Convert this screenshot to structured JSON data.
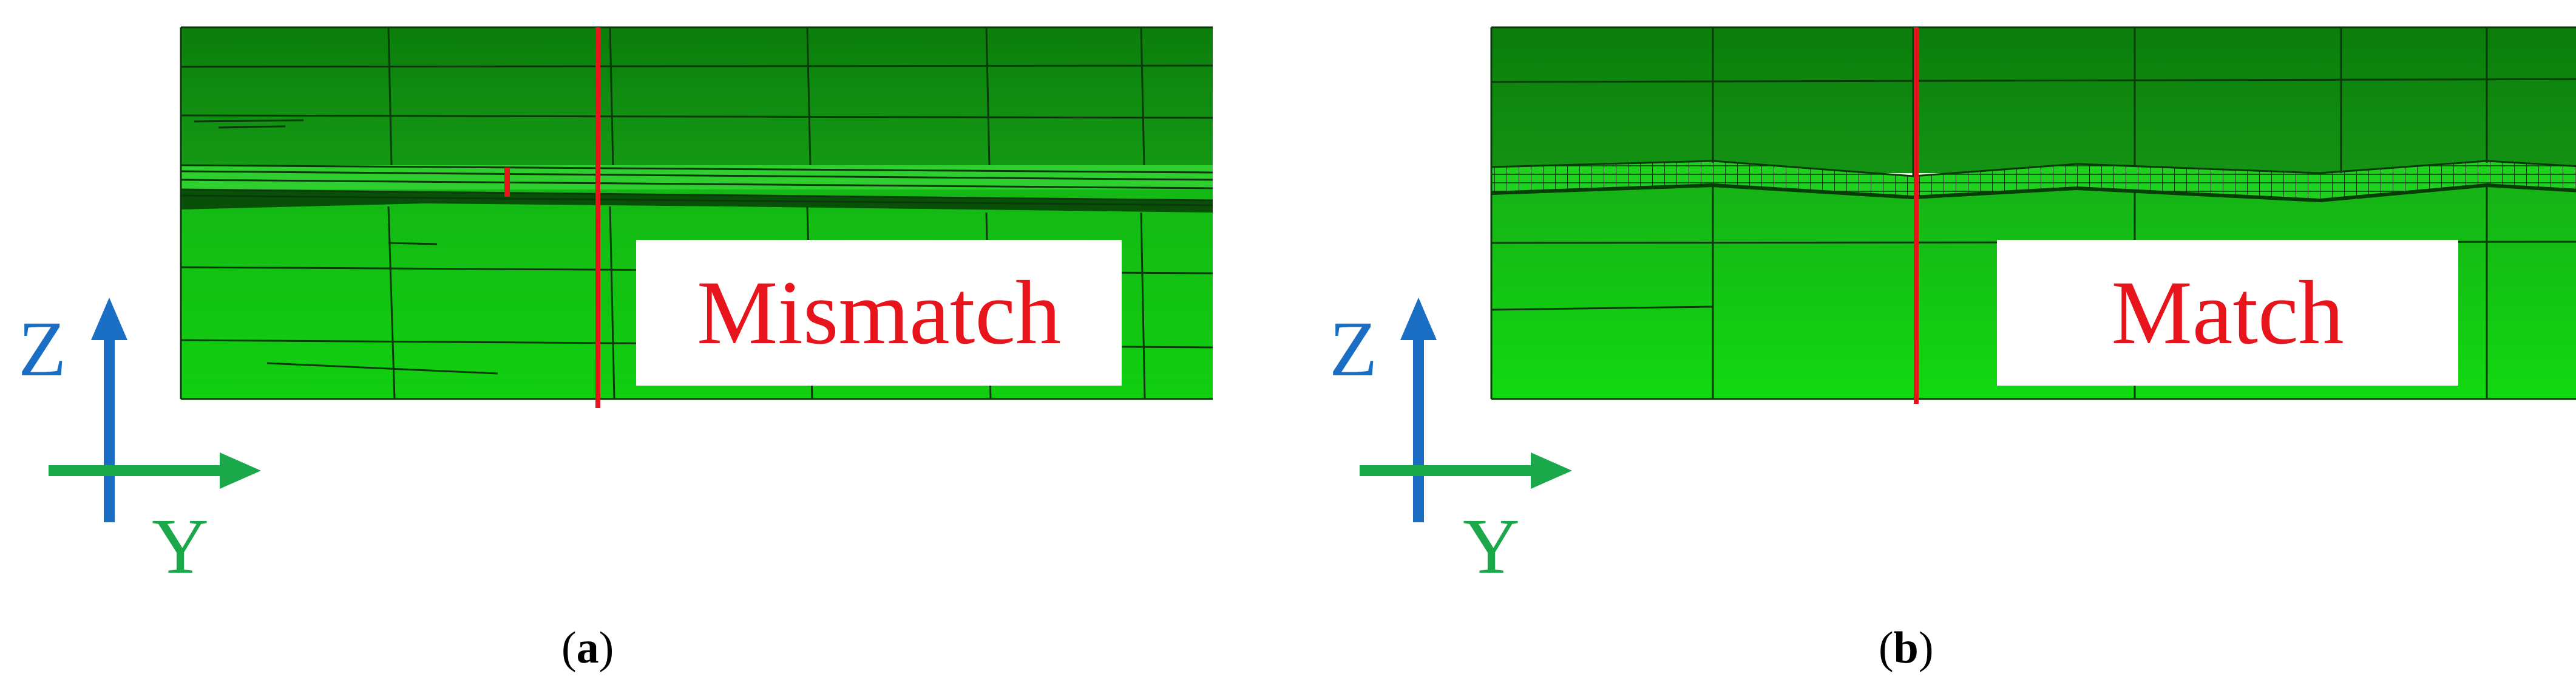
{
  "colors": {
    "mesh_top": "#0b8a0b",
    "mesh_bottom": "#12d312",
    "mesh_line": "#0a3a0a",
    "cut_line": "#e8141c",
    "axis_z": "#1a6fc4",
    "axis_y": "#1aa84a",
    "label_text": "#e8141c",
    "caption_text": "#000000"
  },
  "panels": [
    {
      "status_label": "Mismatch",
      "caption_open": "(",
      "caption_letter": "a",
      "caption_close": ")",
      "axes": {
        "vertical": "Z",
        "horizontal": "Y"
      }
    },
    {
      "status_label": "Match",
      "caption_open": "(",
      "caption_letter": "b",
      "caption_close": ")",
      "axes": {
        "vertical": "Z",
        "horizontal": "Y"
      }
    }
  ]
}
